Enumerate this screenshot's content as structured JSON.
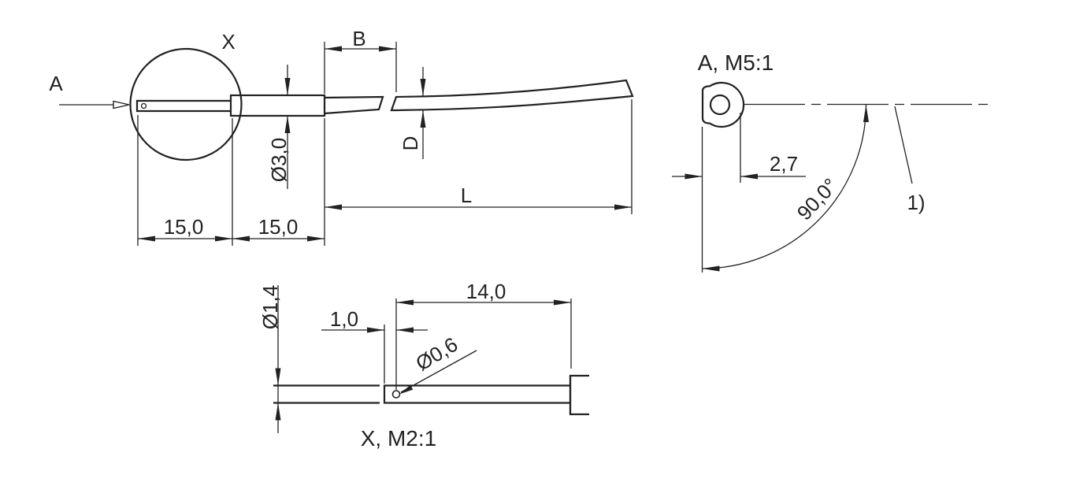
{
  "colors": {
    "ink": "#222222",
    "background": "#ffffff"
  },
  "main_view": {
    "view_arrow_label": "A",
    "detail_circle_label": "X",
    "dim_b": "B",
    "dim_sheath_diameter": "Ø3,0",
    "dim_cable_diameter": "D",
    "dim_cable_length": "L",
    "dim_tip_length": "15,0",
    "dim_sheath_length": "15,0"
  },
  "detail_a": {
    "title": "A, M5:1",
    "dim_eyelet_offset": "2,7",
    "dim_bend_angle": "90,0°",
    "footnote_ref": "1)"
  },
  "detail_x": {
    "title": "X, M2:1",
    "dim_wire_diameter": "Ø1,4",
    "dim_hole_offset": "1,0",
    "dim_tip_length": "14,0",
    "dim_hole_diameter": "Ø0,6"
  }
}
